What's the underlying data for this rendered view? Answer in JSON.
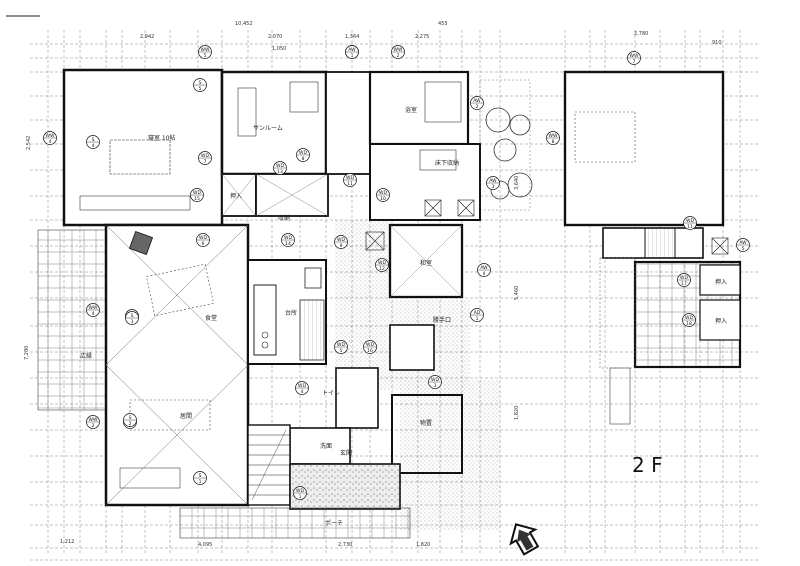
{
  "floor_label": "2 F",
  "top_dims": [
    "10,452",
    "455",
    "2,942",
    "2,070",
    "1,364",
    "2,275",
    "1,050",
    "2,780",
    "910"
  ],
  "bottom_dims": [
    "1,212",
    "4,095",
    "2,730",
    "1,820"
  ],
  "side_dims": [
    "2,542",
    "7,280",
    "3,640",
    "5,460",
    "1,820"
  ],
  "rooms": {
    "r1": "寝室 10帖",
    "r2": "サンルーム",
    "r3": "押入",
    "r4": "収納",
    "r5": "床下収納",
    "r6": "食堂",
    "r7": "台所",
    "r8": "和室",
    "r9": "勝手口",
    "r10": "居間",
    "r11": "物置",
    "r12": "玄関",
    "r13": "ポーチ",
    "r14": "押入",
    "r15": "押入",
    "r16": "トイレ",
    "r17": "洗面",
    "r18": "浴室",
    "r19": "広縁"
  },
  "tags": {
    "ww1": "WW",
    "ww1n": "4",
    "ww2": "WW",
    "ww2n": "1",
    "ww3": "WW",
    "ww3n": "2",
    "ww4": "WW",
    "ww4n": "7",
    "ww5": "WW",
    "ww5n": "8",
    "ww6": "WW",
    "ww6n": "5",
    "ww7": "WW",
    "ww7n": "3",
    "ww8": "WW",
    "ww8n": "4",
    "ww9": "WW",
    "ww9n": "2",
    "wd1": "WD",
    "wd1n": "7",
    "wd2": "WD",
    "wd2n": "13",
    "wd3": "WD",
    "wd3n": "8",
    "wd4": "WD",
    "wd4n": "11",
    "wd5": "WD",
    "wd5n": "10",
    "wd6": "WD",
    "wd6n": "15",
    "wd7": "WD",
    "wd7n": "6",
    "wd8": "WD",
    "wd8n": "14",
    "wd9": "WD",
    "wd9n": "9",
    "wd10": "WD",
    "wd10n": "12",
    "wd11": "WD",
    "wd11n": "16",
    "wd12": "WD",
    "wd12n": "5",
    "wd13": "WD",
    "wd13n": "4",
    "wd14": "WD",
    "wd14n": "3",
    "wd15": "WD",
    "wd15n": "2",
    "wd16": "WD",
    "wd16n": "1",
    "wd17": "WD",
    "wd17n": "17",
    "wd18": "WD",
    "wd18n": "18",
    "wd19": "WD",
    "wd19n": "11",
    "aw1": "AW",
    "aw1n": "1",
    "aw2": "AW",
    "aw2n": "2",
    "aw3": "AW",
    "aw3n": "3",
    "aw4": "AW",
    "aw4n": "4",
    "aw5": "AW",
    "aw5n": "5",
    "ad1": "AD",
    "ad1n": "1",
    "s1": "S",
    "s1n": "4",
    "s2": "S",
    "s2n": "3",
    "s3": "S",
    "s3n": "2",
    "s4": "S",
    "s4n": "1",
    "s5": "S",
    "s5n": "5"
  }
}
